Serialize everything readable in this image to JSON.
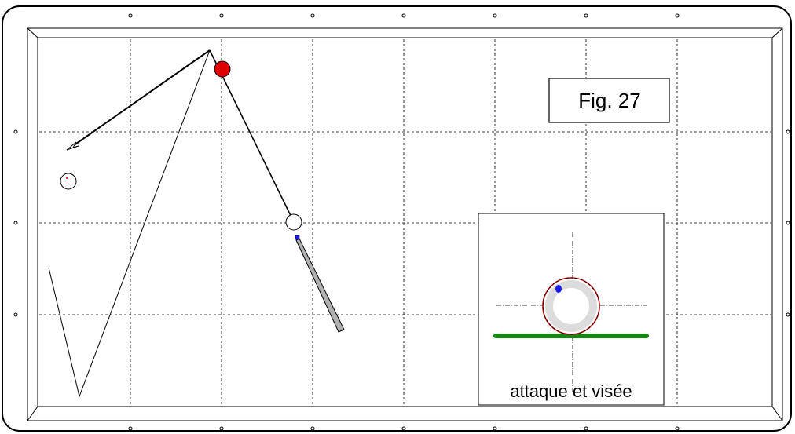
{
  "figure": {
    "label": "Fig. 27"
  },
  "inset": {
    "caption": "attaque et visée"
  },
  "colors": {
    "table_outline": "#000000",
    "object_ball": "#e00000",
    "cue_ball": "#ffffff",
    "cue_tip": "#1a1aff",
    "cue_shaft": "#b0b0b0",
    "cushion_line": "#118811",
    "ball_ring": "#cc0000",
    "ball_inner_ring": "#dcdcdc",
    "impact_point": "#1a1aff"
  },
  "icons": {
    "object_ball": "red-ball",
    "cue_ball": "white-ball",
    "third_ball": "white-ball-small",
    "cue": "cue-stick",
    "arrow": "open-arrowhead"
  }
}
